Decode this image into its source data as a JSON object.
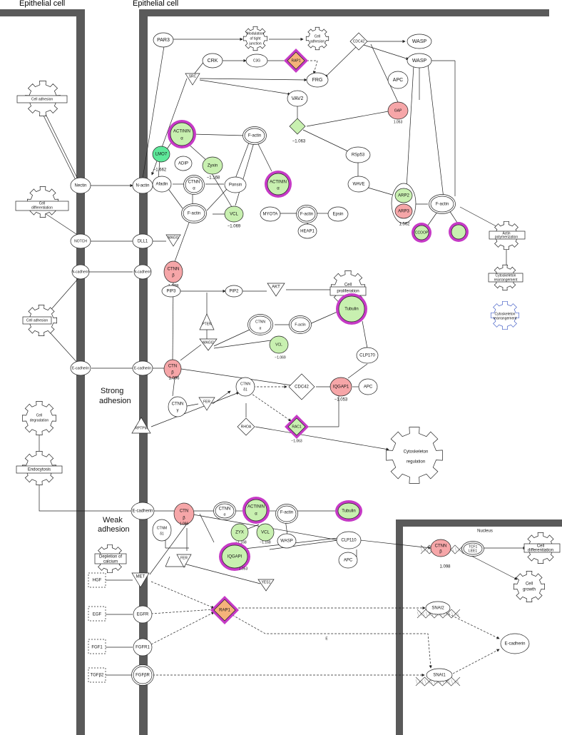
{
  "headers": {
    "left_cell": "Epithelial cell",
    "right_cell": "Epithelial cell",
    "nucleus": "Nucleus"
  },
  "regions": {
    "strong_line1": "Strong",
    "strong_line2": "adhesion",
    "weak_line1": "Weak",
    "weak_line2": "adhesion"
  },
  "nodes": {
    "par3": "PAR3",
    "mod_tj_1": "Modulation",
    "mod_tj_2": "of tight",
    "mod_tj_3": "junction",
    "cell_adhesion_top_1": "Cell",
    "cell_adhesion_top_2": "adhesion",
    "cdc42_top": "CDC42",
    "wasp_1": "WASP",
    "wasp_2": "WASP",
    "crk": "CRK",
    "c3g": "C3G",
    "rap1_top": "RAP1",
    "src": "SRC",
    "frg": "FRG",
    "apc_top": "APC",
    "vav2": "VAV2",
    "gap": "GAP",
    "gap_val": "1.053",
    "green_diamond_val": "−1.063",
    "cell_adhesion_left": "Cell adhesion",
    "actinin_top": "ACTININ",
    "actinin_top_sub": "α",
    "factin_1": "F-actin",
    "lmo7": "LMO7",
    "lmo7_val": "−1.662",
    "adip": "ADIP",
    "zyxin": "Zyxin",
    "zyxin_val": "−1.168",
    "rsp53": "RSp53",
    "nectin": "Nectin",
    "nactin": "N-actin",
    "afadin": "Afadin",
    "ctnn_alpha": "CTNN",
    "ctnn_alpha_sub": "α",
    "ponsin": "Ponsin",
    "actinin_mid": "ACTININ",
    "actinin_mid_sub": "α",
    "wave": "WAVE",
    "cell_diff_left_1": "Cell",
    "cell_diff_left_2": "differentiation",
    "arp2": "ARP2",
    "arp3": "ARP3",
    "arp_val": "1.562",
    "factin_right": "F-actin",
    "factin_2": "F-actin",
    "vcl_1": "VCL",
    "vcl_1_val": "−1.069",
    "myota": "MYOTA",
    "factin_3": "F-actin",
    "epsin": "Epsin",
    "heap1": "HEAP1",
    "actin_poly_1": "Actin",
    "actin_poly_2": "polymerization",
    "notch": "NOTCH",
    "dll1": "DLL1",
    "magi1": "MAGI1",
    "ccoop": "CCOOP",
    "ctnn_beta_1": "CTNN",
    "ctnn_beta_1_sub": "β",
    "ctnn_beta_1_val": "1.098",
    "ncad_left": "N-cadherin",
    "ncad_right": "N-cadherin",
    "cyto_rearr_1a": "Cytoskeleton",
    "cyto_rearr_1b": "rearrangement",
    "pip3": "PIP3",
    "pip2": "PIP2",
    "akt": "AKT",
    "cell_prolif_1": "Cell",
    "cell_prolif_2": "proliferation",
    "cell_adhesion_mid": "Cell adhesion",
    "pten": "PTEN",
    "tubulin_1": "Tubulin",
    "cyto_rearr_2a": "Cytoskeleton",
    "cyto_rearr_2b": "rearrangement",
    "ctnn_alpha_2": "CTNN",
    "ctnn_alpha_2_sub": "α",
    "factin_4": "F-actin",
    "magi2": "MAGI2",
    "vcl_2": "VCL",
    "vcl_2_val": "−1.069",
    "clp170": "CLP170",
    "ecad_left": "E-cadherin",
    "ecad_right": "E-cadherin",
    "ctn_beta_2": "CTN",
    "ctn_beta_2_sub": "β",
    "ctn_beta_2_val": "1.096",
    "ctnn_d1": "CTNN",
    "ctnn_d1_sub": "δ1",
    "cdc42_mid": "CDC42",
    "iqgap1_1": "IQGAP1",
    "iqgap1_1_val": "−1.053",
    "apc_mid": "APC",
    "ctnn_gamma": "CTNN",
    "ctnn_gamma_sub": "γ",
    "fer_1": "FER",
    "cell_degr_1": "Cell",
    "cell_degr_2": "degradation",
    "rptpm": "RPTPM",
    "rhoa": "RHOA",
    "rac1": "RAC1",
    "rac1_val": "−1.063",
    "cyto_reg_1": "Cytoskeleton",
    "cyto_reg_2": "regulation",
    "endocytosis": "Endocytosis",
    "ecad_weak": "E-cadherin",
    "ctn_beta_3": "CTN",
    "ctn_beta_3_sub": "β",
    "ctn_beta_3_val": "1.096",
    "ctnn_alpha_3": "CTNN",
    "ctnn_alpha_3_sub": "α",
    "actinin_low": "ACTININ",
    "actinin_low_sub": "α",
    "factin_5": "F-actin",
    "tubulin_2": "Tubulin",
    "ctnm_d1": "CTNM",
    "ctnm_d1_sub": "δ1",
    "zyx": "ZYX",
    "zyx_val": "−1.168",
    "vcl_3": "VCL",
    "vcl_3_val": "−1.168",
    "wasp_low": "WASP",
    "clp110": "CLP110",
    "ctnn_nuc": "CTNN",
    "ctnn_nuc_sub": "β",
    "ctnn_nuc_val": "1.098",
    "tcf1": "TCF1",
    "lef1": "LEE1",
    "cell_diff_right_1": "Cell",
    "cell_diff_right_2": "differentiation",
    "fer_2": "FER",
    "iqgap1_2": "IQGAPI",
    "iqgap1_2_val": "1.053",
    "apc_low": "APC",
    "depl_1": "Depletion of",
    "depl_2": "calcium",
    "hgf": "HGF",
    "met": "MET",
    "yes1": "YES1",
    "cell_growth_1": "Cell",
    "cell_growth_2": "growth",
    "egf": "EGF",
    "egfr": "EGFR",
    "rap1_low": "RAP1",
    "snai2": "SNAI2",
    "fgf1": "FGF1",
    "fgfr1": "FGFR1",
    "e_label": "E",
    "ecad_final": "E-cadherin",
    "tgfb2": "TGFβ2",
    "fgfbr": "FGFβR",
    "snai1": "SNAI1"
  },
  "colors": {
    "wall": "#5a5a5a",
    "down_green": "#c8f0b0",
    "strong_green": "#5ee89a",
    "up_red": "#f6a6a8",
    "highlight_magenta": "#c63ac6",
    "rap1_fill": "#f5b27a"
  }
}
